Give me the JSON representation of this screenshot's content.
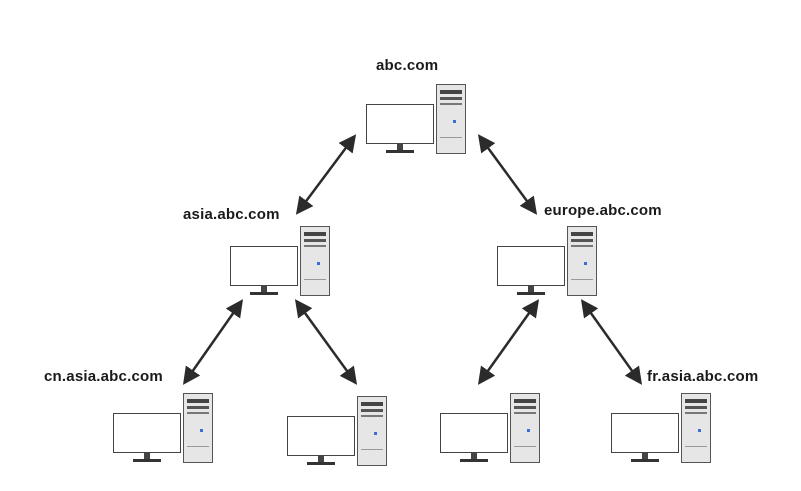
{
  "nodes": [
    {
      "id": "root",
      "label": "abc.com"
    },
    {
      "id": "asia",
      "label": "asia.abc.com"
    },
    {
      "id": "europe",
      "label": "europe.abc.com"
    },
    {
      "id": "cn",
      "label": "cn.asia.abc.com"
    },
    {
      "id": "asia_child2",
      "label": ""
    },
    {
      "id": "europe_child1",
      "label": ""
    },
    {
      "id": "fr",
      "label": "fr.asia.abc.com"
    }
  ],
  "edges": [
    {
      "from": "root",
      "to": "asia",
      "bidirectional": true
    },
    {
      "from": "root",
      "to": "europe",
      "bidirectional": true
    },
    {
      "from": "asia",
      "to": "cn",
      "bidirectional": true
    },
    {
      "from": "asia",
      "to": "asia_child2",
      "bidirectional": true
    },
    {
      "from": "europe",
      "to": "europe_child1",
      "bidirectional": true
    },
    {
      "from": "europe",
      "to": "fr",
      "bidirectional": true
    }
  ],
  "colors": {
    "arrow": "#2b2b2b",
    "led": "#3a6fd8"
  }
}
